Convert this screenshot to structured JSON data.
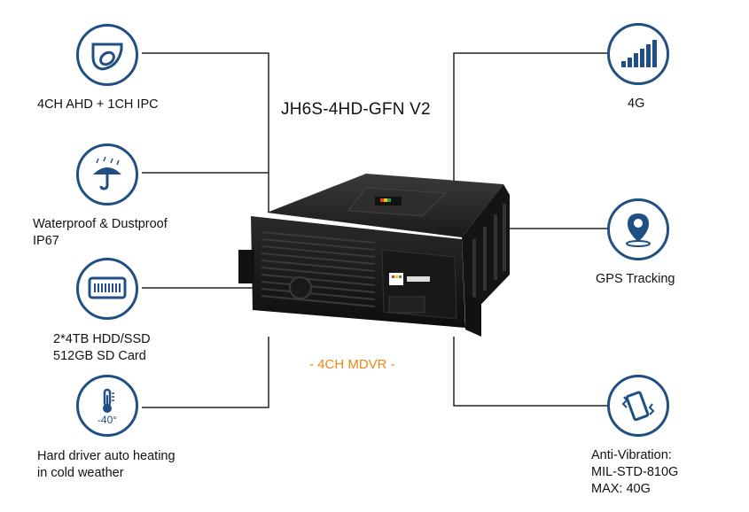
{
  "title": "JH6S-4HD-GFN V2",
  "subtitle": "- 4CH MDVR -",
  "colors": {
    "icon_ring": "#1f4f84",
    "accent": "#e8891a",
    "device": "#1b1b1b",
    "lines": "#222222"
  },
  "features_left": [
    {
      "icon": "camera-icon",
      "label": "4CH AHD + 1CH IPC"
    },
    {
      "icon": "umbrella-icon",
      "label": "Waterproof & Dustproof\nIP67"
    },
    {
      "icon": "hdd-icon",
      "label": "2*4TB HDD/SSD\n512GB SD Card"
    },
    {
      "icon": "thermometer-icon",
      "icon_text": "-40°",
      "label": "Hard driver auto heating\nin cold weather"
    }
  ],
  "features_right": [
    {
      "icon": "signal-bars-icon",
      "label": "4G"
    },
    {
      "icon": "location-pin-icon",
      "label": "GPS Tracking"
    },
    {
      "icon": "vibration-phone-icon",
      "label": "Anti-Vibration:\nMIL-STD-810G\nMAX: 40G"
    }
  ]
}
